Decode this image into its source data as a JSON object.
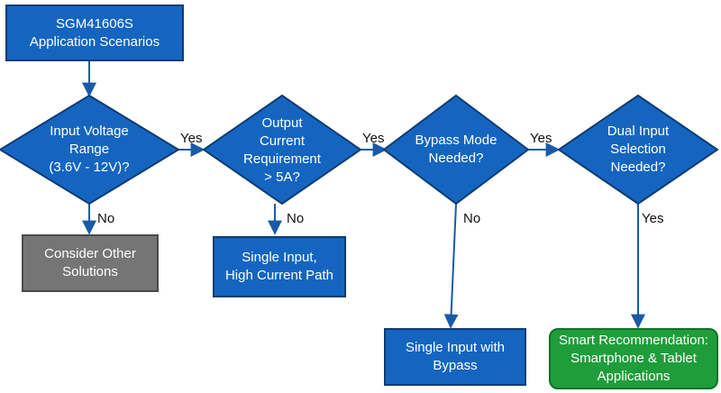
{
  "colors": {
    "box_fill": "#1565c0",
    "box_border": "#0d3c73",
    "arrow": "#1a5aa6",
    "gray_fill": "#757575",
    "green_fill": "#1f9d3a",
    "text_light": "#ffffff",
    "label_dark": "#111111"
  },
  "nodes": {
    "start": "SGM41606S\nApplication Scenarios",
    "d_voltage": "Input Voltage\nRange\n(3.6V - 12V)?",
    "d_current": "Output\nCurrent\nRequirement\n> 5A?",
    "d_bypass": "Bypass Mode\nNeeded?",
    "d_dual": "Dual Input\nSelection\nNeeded?",
    "r_other": "Consider Other\nSolutions",
    "r_high_current": "Single Input,\nHigh Current Path",
    "r_bypass": "Single Input with\nBypass",
    "r_smart": "Smart Recommendation:\nSmartphone & Tablet\nApplications"
  },
  "edge_labels": {
    "voltage_yes": "Yes",
    "voltage_no": "No",
    "current_yes": "Yes",
    "current_no": "No",
    "bypass_yes": "Yes",
    "bypass_no": "No",
    "dual_yes": "Yes"
  }
}
